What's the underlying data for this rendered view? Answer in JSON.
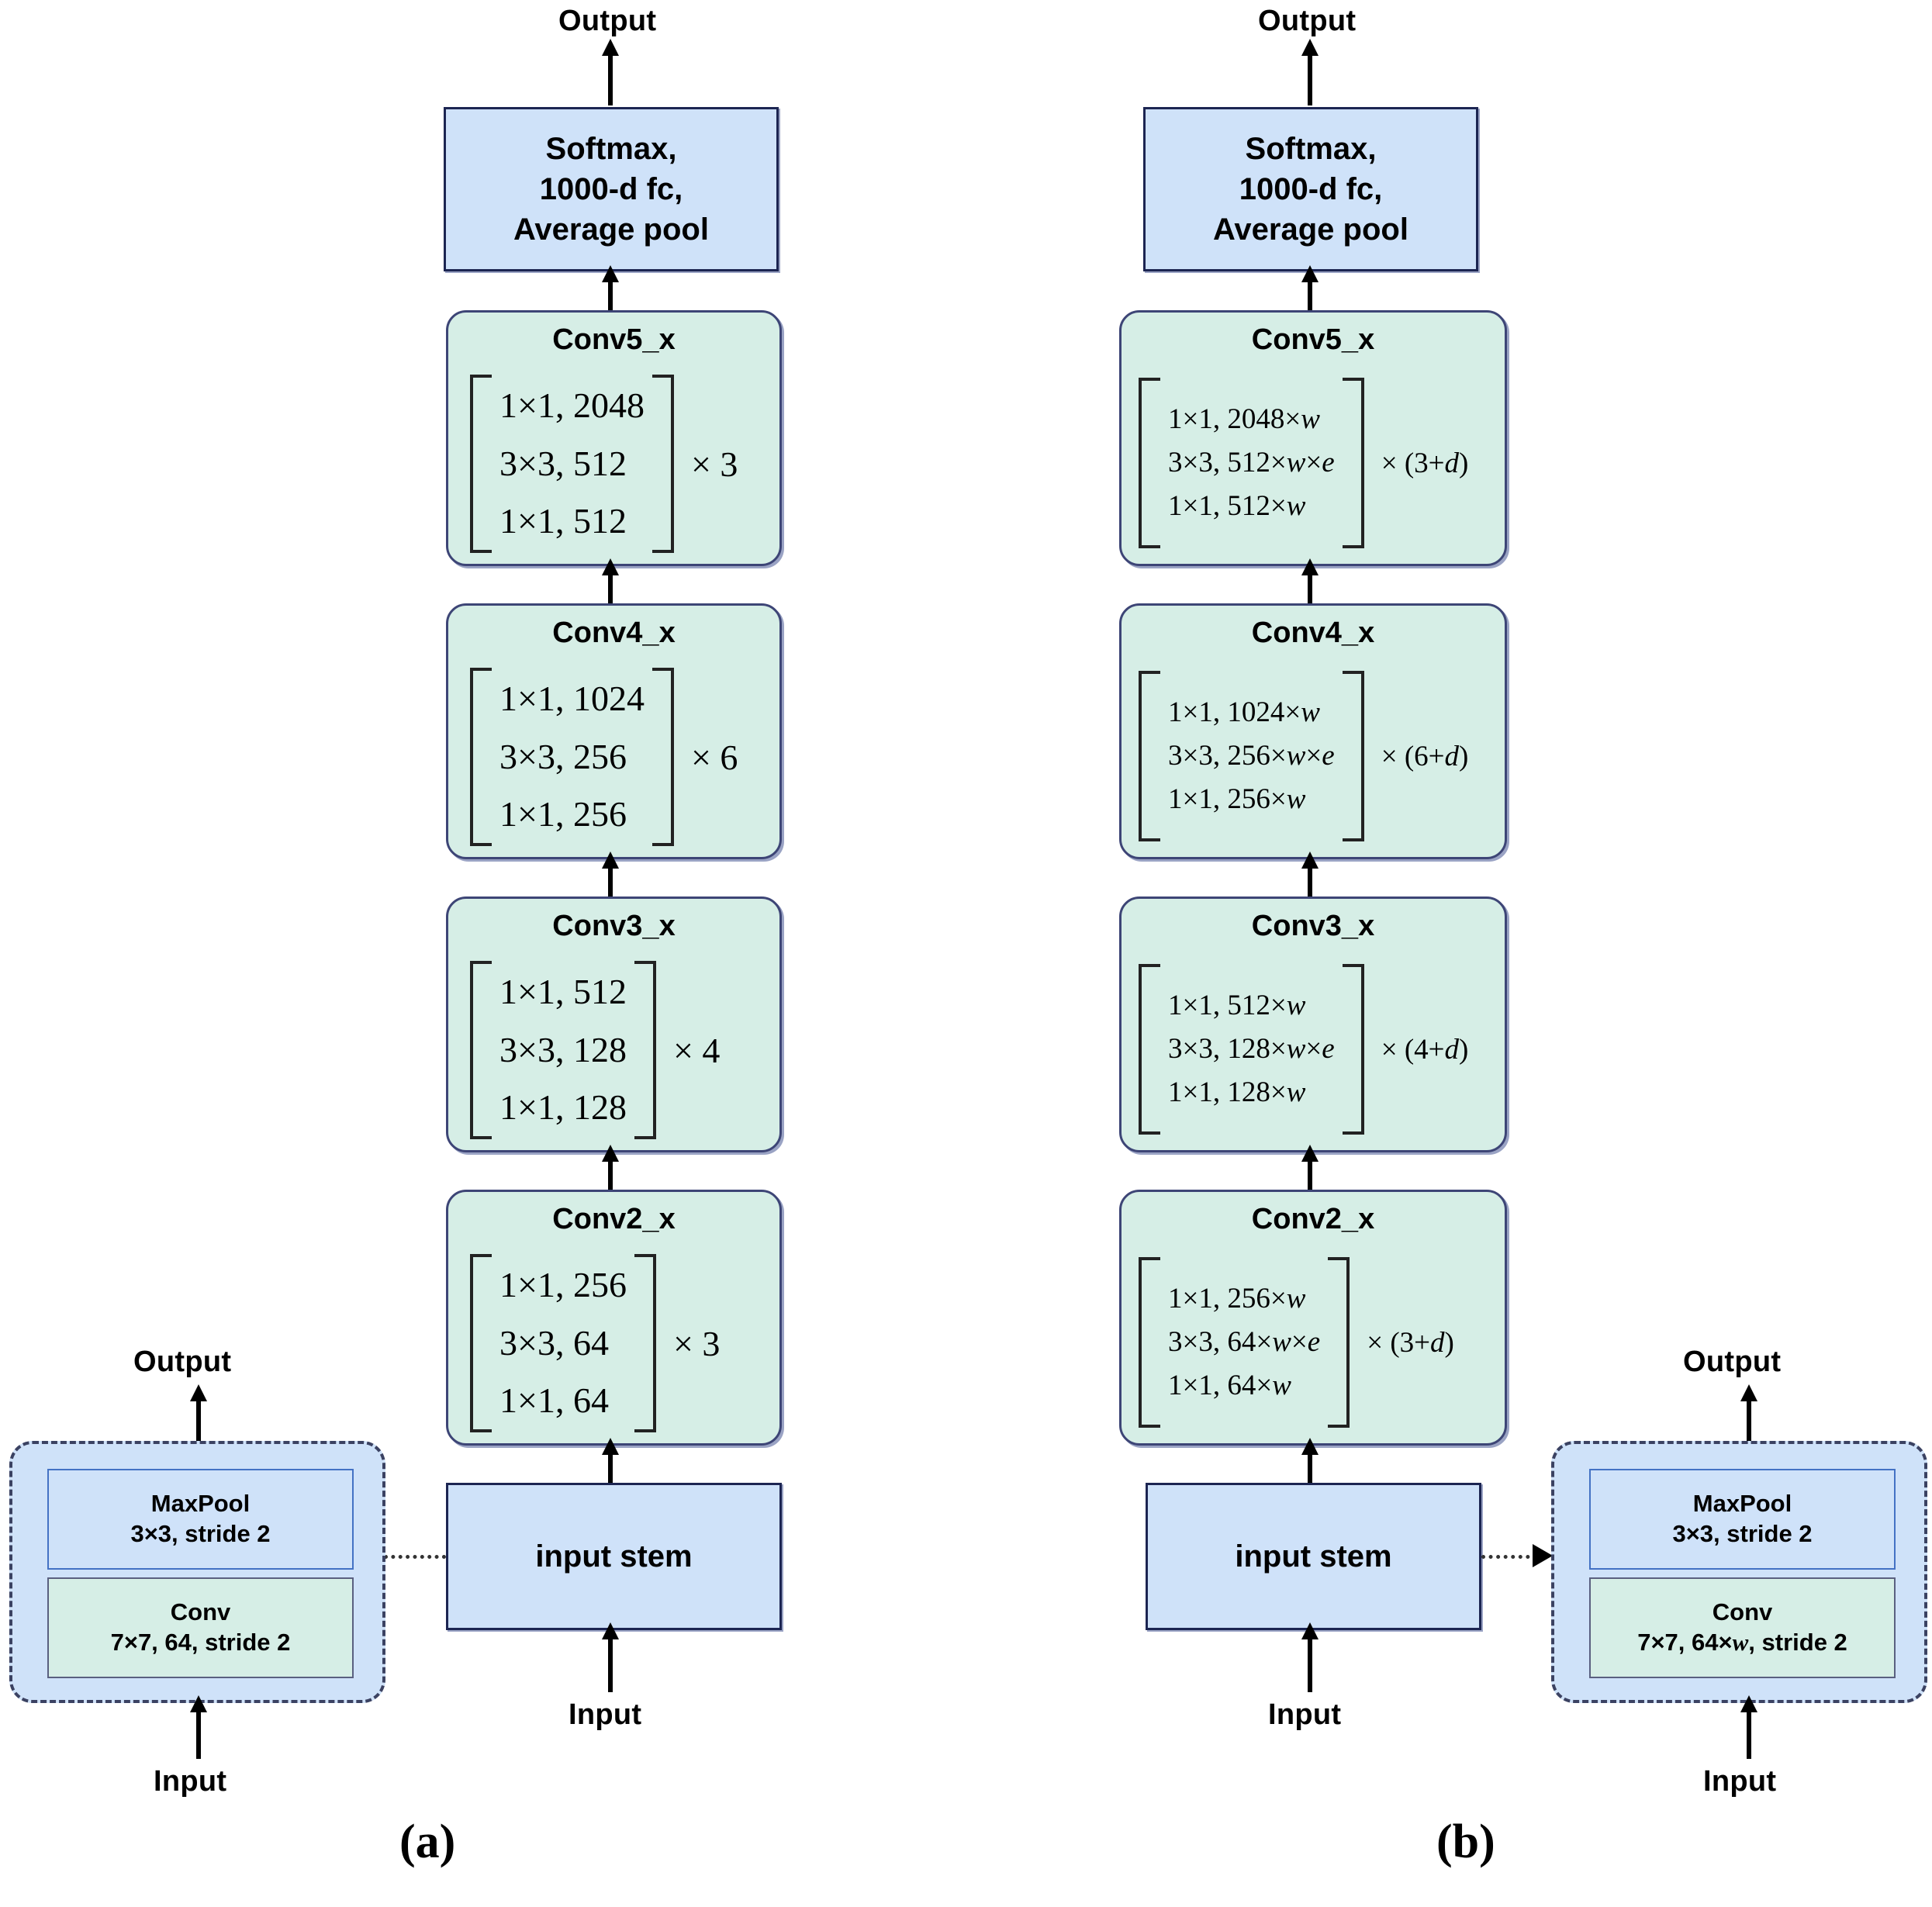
{
  "figure": {
    "panels": [
      {
        "tag": "(a)",
        "top_output_label": "Output",
        "bottom_input_label": "Input",
        "head_block": {
          "line1": "Softmax,",
          "line2": "1000-d fc,",
          "line3": "Average pool"
        },
        "stem_block_label": "input stem",
        "stage_blocks": [
          {
            "title": "Conv5_x",
            "rows": [
              "1×1, 2048",
              "3×3, 512",
              "1×1, 512"
            ],
            "multiplier": "× 3"
          },
          {
            "title": "Conv4_x",
            "rows": [
              "1×1, 1024",
              "3×3, 256",
              "1×1, 256"
            ],
            "multiplier": "× 6"
          },
          {
            "title": "Conv3_x",
            "rows": [
              "1×1, 512",
              "3×3, 128",
              "1×1, 128"
            ],
            "multiplier": "× 4"
          },
          {
            "title": "Conv2_x",
            "rows": [
              "1×1, 256",
              "3×3, 64",
              "1×1, 64"
            ],
            "multiplier": "× 3"
          }
        ],
        "stem_detail": {
          "output_label": "Output",
          "input_label": "Input",
          "maxpool_title": "MaxPool",
          "maxpool_params": "3×3,  stride 2",
          "conv_title": "Conv",
          "conv_params": "7×7,  64,  stride 2"
        }
      },
      {
        "tag": "(b)",
        "top_output_label": "Output",
        "bottom_input_label": "Input",
        "head_block": {
          "line1": "Softmax,",
          "line2": "1000-d fc,",
          "line3": "Average pool"
        },
        "stem_block_label": "input stem",
        "stage_blocks": [
          {
            "title": "Conv5_x",
            "rows": [
              "1×1, 2048×w",
              "3×3, 512×w×e",
              "1×1, 512×w"
            ],
            "multiplier": "× (3+d)"
          },
          {
            "title": "Conv4_x",
            "rows": [
              "1×1, 1024×w",
              "3×3, 256×w×e",
              "1×1, 256×w"
            ],
            "multiplier": "× (6+d)"
          },
          {
            "title": "Conv3_x",
            "rows": [
              "1×1, 512×w",
              "3×3, 128×w×e",
              "1×1, 128×w"
            ],
            "multiplier": "× (4+d)"
          },
          {
            "title": "Conv2_x",
            "rows": [
              "1×1, 256×w",
              "3×3, 64×w×e",
              "1×1, 64×w"
            ],
            "multiplier": "× (3+d)"
          }
        ],
        "stem_detail": {
          "output_label": "Output",
          "input_label": "Input",
          "maxpool_title": "MaxPool",
          "maxpool_params": "3×3,  stride 2",
          "conv_title": "Conv",
          "conv_params": "7×7,  64×w,  stride 2"
        }
      }
    ],
    "colors": {
      "blue_fill": "#cfe2f9",
      "green_fill": "#d6eee6",
      "blue_border": "#1c2552",
      "green_border": "#3d4576",
      "inner_border": "#4472c4",
      "arrow": "#000000"
    }
  }
}
